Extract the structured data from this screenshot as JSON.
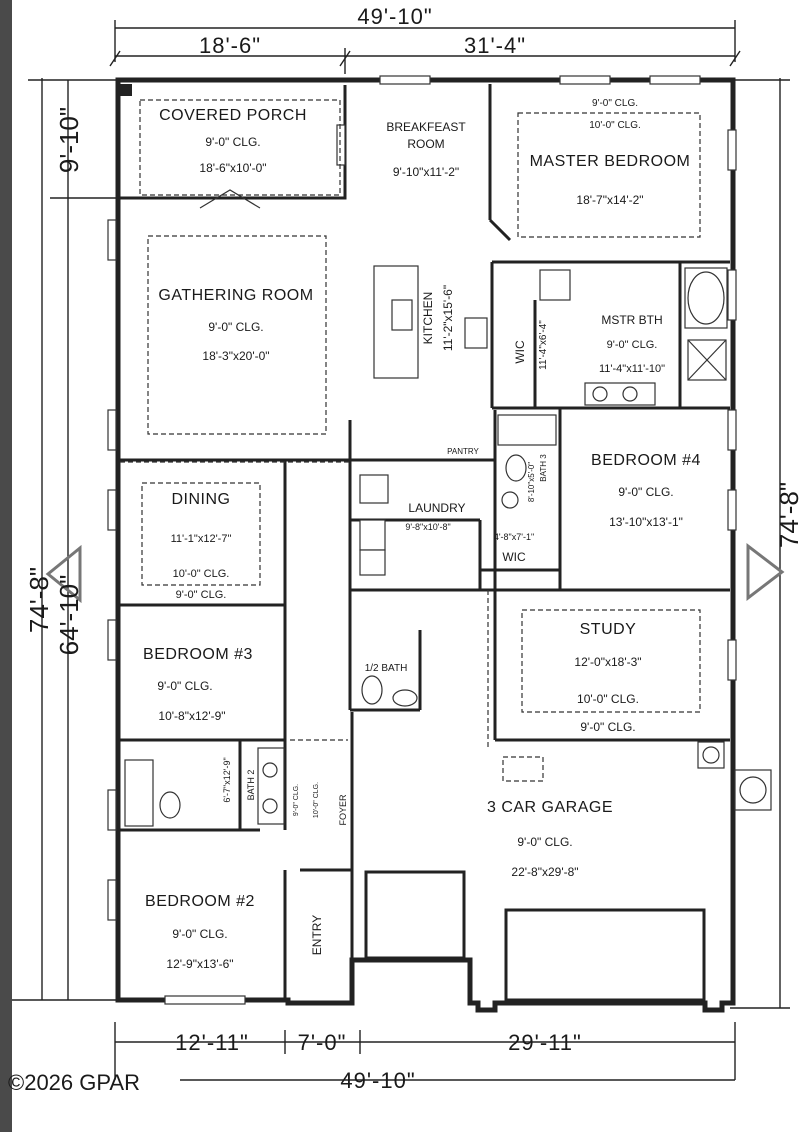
{
  "dimensions": {
    "overall_top": "49'-10\"",
    "top_left": "18'-6\"",
    "top_right": "31'-4\"",
    "bottom_1": "12'-11\"",
    "bottom_2": "7'-0\"",
    "bottom_3": "29'-11\"",
    "overall_bottom": "49'-10\"",
    "left_porch": "9'-10\"",
    "left_total": "74'-8\"",
    "left_inner": "64'-10\"",
    "right_total": "74'-8\""
  },
  "rooms": {
    "covered_porch": {
      "name": "COVERED PORCH",
      "clg": "9'-0\" CLG.",
      "size": "18'-6\"x10'-0\""
    },
    "breakfast": {
      "name1": "BREAKFEAST",
      "name2": "ROOM",
      "size": "9'-10\"x11'-2\""
    },
    "master_bedroom": {
      "clg1": "9'-0\" CLG.",
      "clg2": "10'-0\" CLG.",
      "name": "MASTER BEDROOM",
      "size": "18'-7\"x14'-2\""
    },
    "gathering": {
      "name": "GATHERING ROOM",
      "clg": "9'-0\" CLG.",
      "size": "18'-3\"x20'-0\""
    },
    "kitchen": {
      "name": "KITCHEN",
      "size": "11'-2\"x15'-6\""
    },
    "wic_master": {
      "name": "WIC",
      "size": "11'-4\"x6'-4\""
    },
    "master_bath": {
      "name": "MSTR BTH",
      "clg": "9'-0\" CLG.",
      "size": "11'-4\"x11'-10\""
    },
    "pantry": {
      "name": "PANTRY"
    },
    "bath3": {
      "name": "BATH 3",
      "size": "8'-10\"x5'-0\""
    },
    "bedroom4": {
      "name": "BEDROOM #4",
      "clg": "9'-0\" CLG.",
      "size": "13'-10\"x13'-1\""
    },
    "laundry": {
      "name": "LAUNDRY",
      "size": "9'-8\"x10'-8\""
    },
    "wic_bed4": {
      "name": "WIC",
      "size": "4'-8\"x7'-1\""
    },
    "dining": {
      "name": "DINING",
      "size": "11'-1\"x12'-7\"",
      "clg1": "10'-0\" CLG.",
      "clg2": "9'-0\" CLG."
    },
    "study": {
      "name": "STUDY",
      "size": "12'-0\"x18'-3\"",
      "clg1": "10'-0\" CLG.",
      "clg2": "9'-0\" CLG."
    },
    "half_bath": {
      "name": "1/2 BATH"
    },
    "bedroom3": {
      "name": "BEDROOM #3",
      "clg": "9'-0\" CLG.",
      "size": "10'-8\"x12'-9\""
    },
    "bath2": {
      "name": "BATH 2",
      "size": "6'-7\"x12'-9\""
    },
    "foyer": {
      "name": "FOYER",
      "clg1": "9'-0\" CLG.",
      "clg2": "10'-0\" CLG."
    },
    "garage": {
      "name": "3 CAR GARAGE",
      "clg": "9'-0\" CLG.",
      "size": "22'-8\"x29'-8\""
    },
    "bedroom2": {
      "name": "BEDROOM #2",
      "clg": "9'-0\" CLG.",
      "size": "12'-9\"x13'-6\""
    },
    "entry": {
      "name": "ENTRY"
    }
  },
  "copyright": "©2026 GPAR"
}
